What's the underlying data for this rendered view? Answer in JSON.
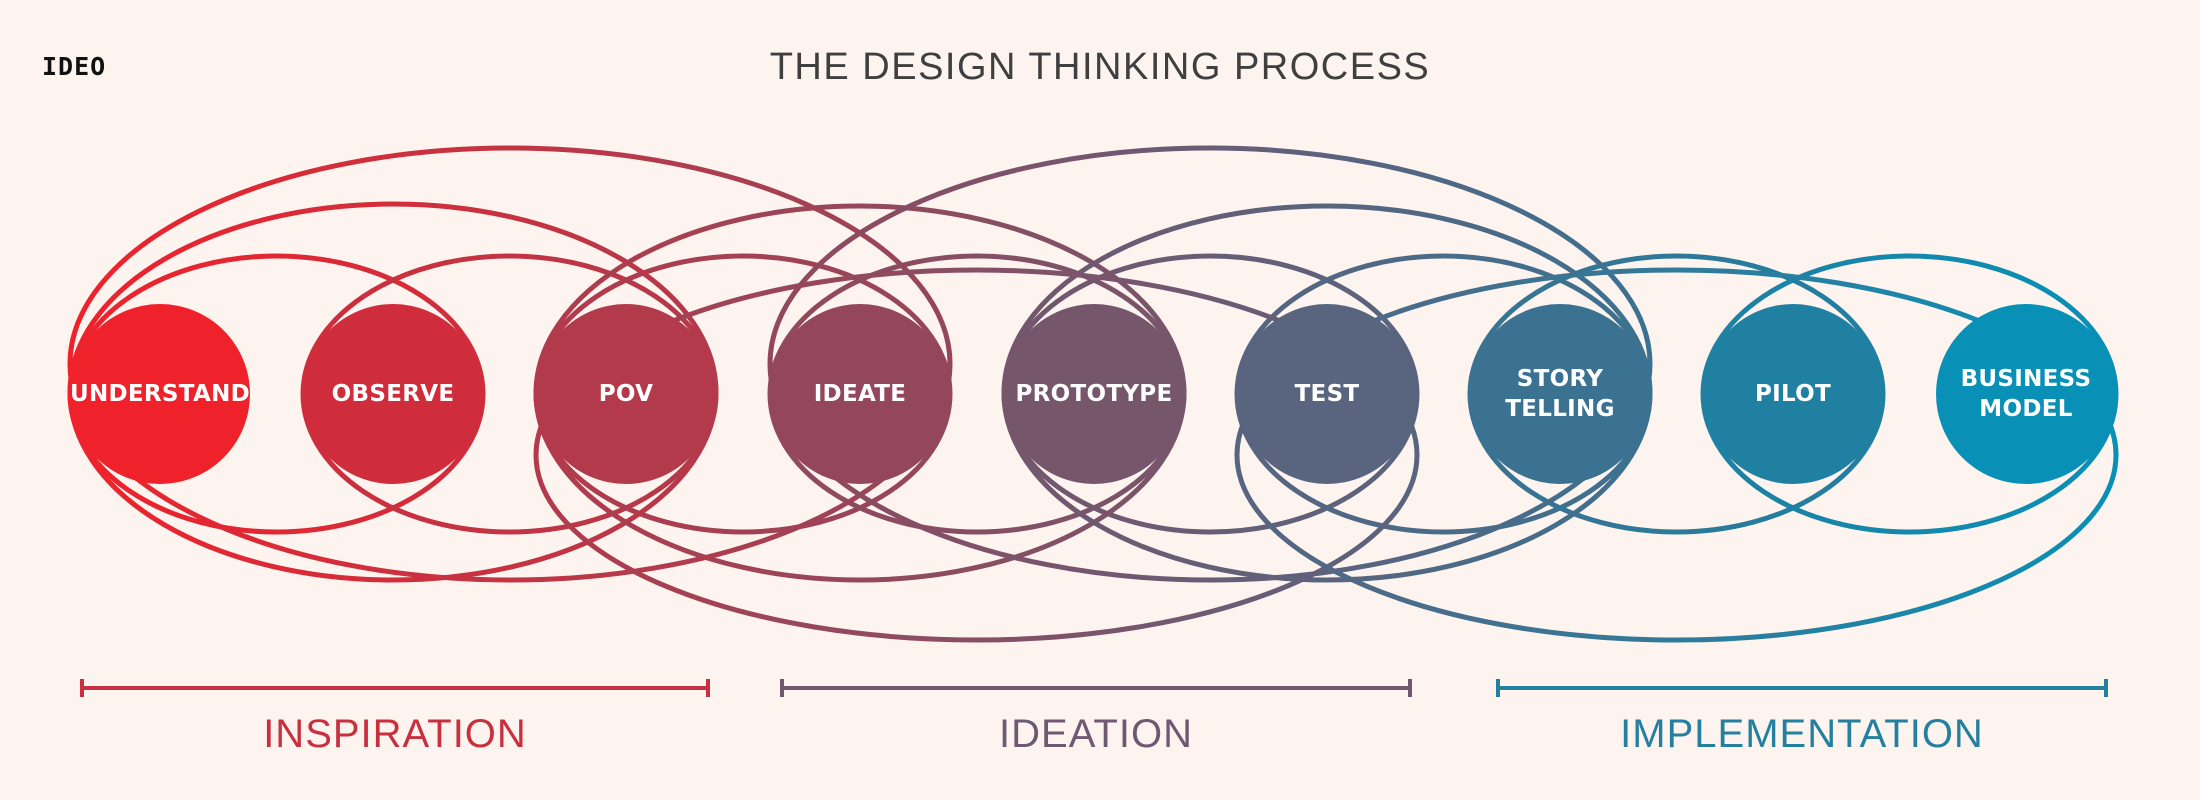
{
  "logo": "IDEO",
  "title": "THE DESIGN THINKING PROCESS",
  "steps": [
    {
      "label": "UNDERSTAND",
      "color": "#ef222b"
    },
    {
      "label": "OBSERVE",
      "color": "#d02d3c"
    },
    {
      "label": "POV",
      "color": "#b33a4b"
    },
    {
      "label": "IDEATE",
      "color": "#94475c"
    },
    {
      "label": "PROTOTYPE",
      "color": "#76566b"
    },
    {
      "label": "TEST",
      "color": "#59647f"
    },
    {
      "label": "STORY\nTELLING",
      "color": "#3b7291"
    },
    {
      "label": "PILOT",
      "color": "#1f80a2"
    },
    {
      "label": "BUSINESS\nMODEL",
      "color": "#0890b7"
    }
  ],
  "phases": [
    {
      "label": "INSPIRATION",
      "color": "#c9303f"
    },
    {
      "label": "IDEATION",
      "color": "#6f5872"
    },
    {
      "label": "IMPLEMENTATION",
      "color": "#23809f"
    }
  ]
}
